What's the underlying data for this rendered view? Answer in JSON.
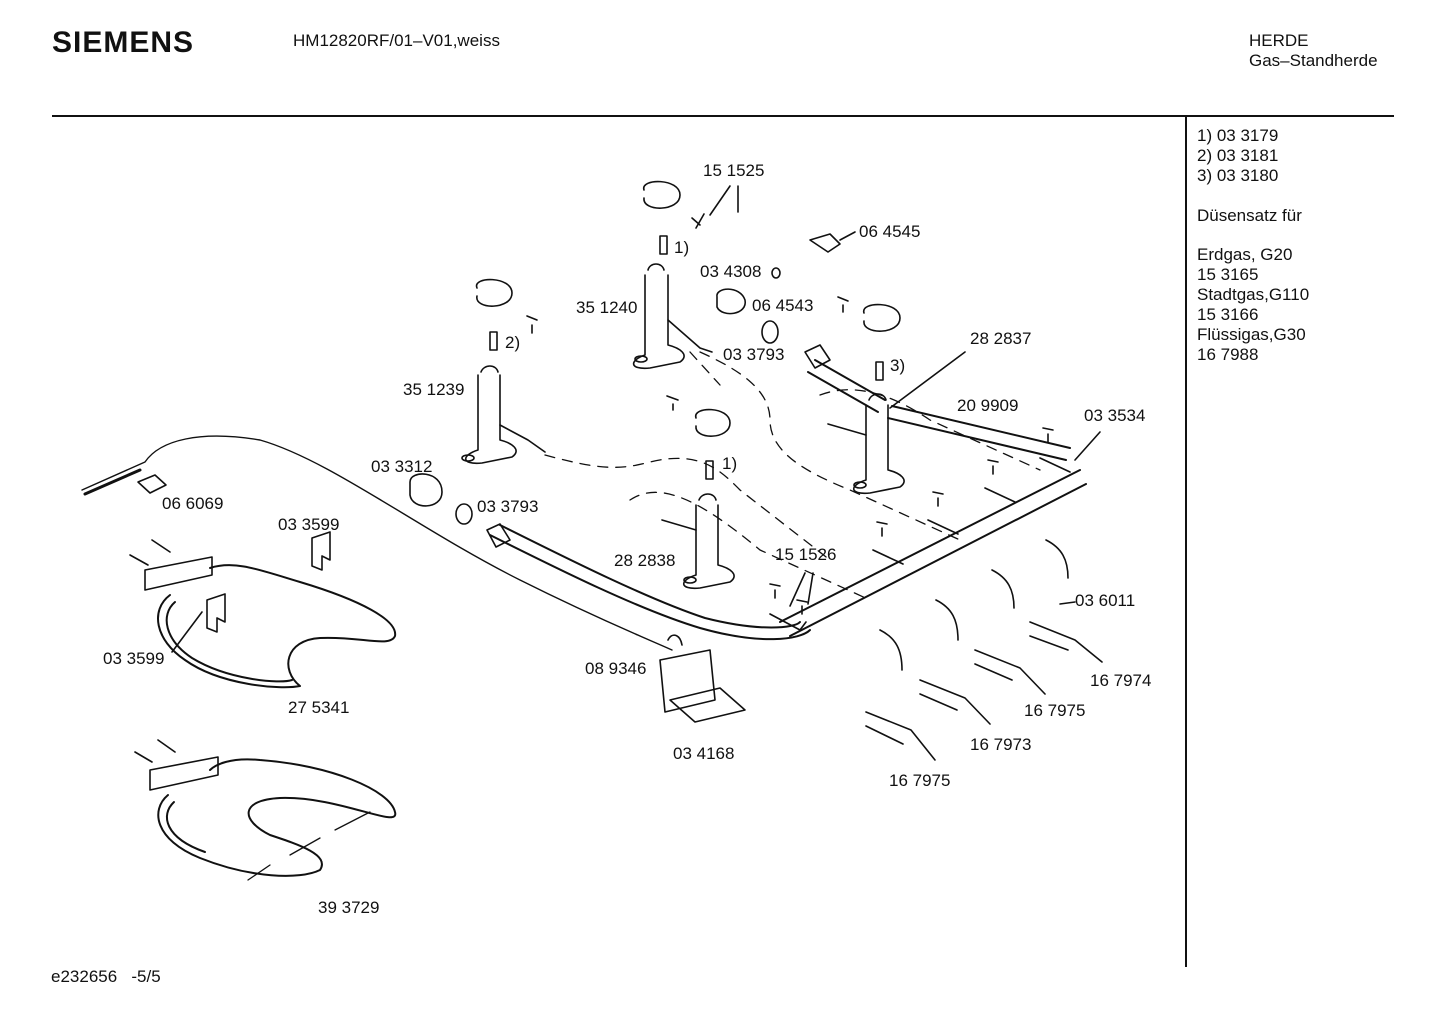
{
  "header": {
    "brand": "SIEMENS",
    "model": "HM12820RF/01–V01,weiss",
    "category": "HERDE",
    "subcategory": "Gas–Standherde"
  },
  "notes": [
    "1) 03 3179",
    "2) 03 3181",
    "3) 03 3180",
    "Düsensatz für",
    "Erdgas, G20",
    "15 3165",
    "Stadtgas,G110",
    "15 3166",
    "Flüssigas,G30",
    "16 7988"
  ],
  "parts": [
    "15 1525",
    "06 4545",
    "03 4308",
    "06 4543",
    "35 1240",
    "03 3793",
    "28 2837",
    "35 1239",
    "20 9909",
    "03 3534",
    "03 3312",
    "03 3793",
    "06 6069",
    "03 3599",
    "28 2838",
    "15 1526",
    "03 6011",
    "03 3599",
    "08 9346",
    "16 7974",
    "27 5341",
    "16 7975",
    "16 7973",
    "03 4168",
    "16 7975",
    "39 3729"
  ],
  "callouts": [
    "1)",
    "2)",
    "3)",
    "1)"
  ],
  "footer": {
    "code": "e232656",
    "page": "-5/5"
  }
}
